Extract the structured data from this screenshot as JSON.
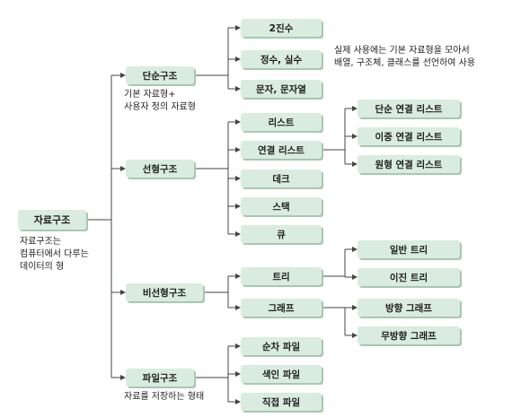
{
  "colors": {
    "box_fill": "#d9ecdf",
    "box_shadow": "#a7c7b2",
    "line": "#444444"
  },
  "root": {
    "label": "자료구조",
    "desc": [
      "자료구조는",
      "컴퓨터에서 다루는",
      "데이터의 형"
    ]
  },
  "groups": {
    "simple": {
      "label": "단순구조",
      "desc": [
        "기본 자료형+",
        "사용자 정의 자료형"
      ],
      "items": [
        "2진수",
        "정수, 실수",
        "문자, 문자열"
      ],
      "note": [
        "실제 사용에는 기본 자료형을 모아서",
        "배열, 구조체, 클래스를 선언하여 사용"
      ]
    },
    "linear": {
      "label": "선형구조",
      "items": [
        "리스트",
        "연결 리스트",
        "데크",
        "스택",
        "큐"
      ],
      "linked_items": [
        "단순 연결 리스트",
        "이중 연결 리스트",
        "원형 연결 리스트"
      ]
    },
    "nonlinear": {
      "label": "비선형구조",
      "items": [
        "트리",
        "그래프"
      ],
      "tree_items": [
        "일반 트리",
        "이진 트리"
      ],
      "graph_items": [
        "방향 그래프",
        "무방향 그래프"
      ]
    },
    "file": {
      "label": "파일구조",
      "desc": [
        "자료를 저장하는 형태"
      ],
      "items": [
        "순차 파일",
        "색인 파일",
        "직접 파일"
      ]
    }
  }
}
